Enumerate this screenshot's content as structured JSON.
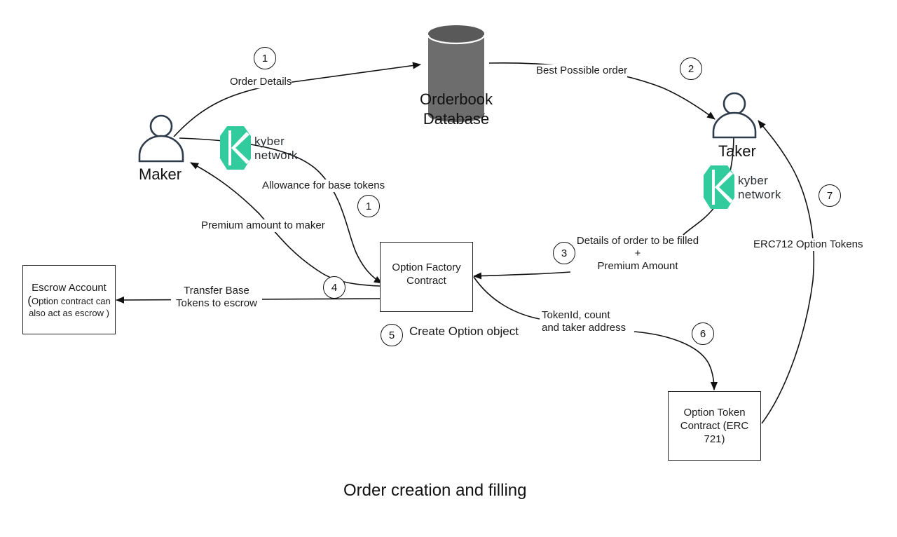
{
  "diagram": {
    "caption": "Order creation and filling",
    "colors": {
      "line": "#111111",
      "database_fill": "#6d6d6d",
      "database_top": "#585858",
      "kyber_green": "#31cb9e",
      "actor_stroke": "#2f3b4a"
    },
    "nodes": {
      "maker": {
        "label": "Maker",
        "icon": "person-icon"
      },
      "taker": {
        "label": "Taker",
        "icon": "person-icon"
      },
      "orderbook": {
        "label_line1": "Orderbook",
        "label_line2": "Database",
        "icon": "database-icon"
      },
      "option_factory": {
        "line1": "Option Factory",
        "line2": "Contract"
      },
      "escrow": {
        "title": "Escrow Account",
        "paren_open": "(",
        "note_line1": "Option contract can",
        "note_line2": "also act as escrow )"
      },
      "option_token": {
        "line1": "Option Token",
        "line2": "Contract (ERC",
        "line3": "721)"
      },
      "kyber_maker": {
        "line1": "kyber",
        "line2": "network",
        "icon": "kyber-network-logo-icon"
      },
      "kyber_taker": {
        "line1": "kyber",
        "line2": "network",
        "icon": "kyber-network-logo-icon"
      }
    },
    "edges": [
      {
        "id": "order-details",
        "step": "1",
        "from": "maker",
        "to": "orderbook",
        "label": "Order Details"
      },
      {
        "id": "best-order",
        "step": "2",
        "from": "orderbook",
        "to": "taker",
        "label": "Best Possible order"
      },
      {
        "id": "allowance",
        "step": "1",
        "from": "maker",
        "to": "option_factory",
        "label": "Allowance for base tokens"
      },
      {
        "id": "premium-to-maker",
        "step": "4",
        "from": "option_factory",
        "to": "maker",
        "label": "Premium amount to maker"
      },
      {
        "id": "fill-details",
        "step": "3",
        "from": "taker",
        "to": "option_factory",
        "label_line1": "Details of order to be filled",
        "label_line2": "+",
        "label_line3": "Premium Amount"
      },
      {
        "id": "transfer-base",
        "step": "4",
        "from": "option_factory",
        "to": "escrow",
        "label_line1": "Transfer Base",
        "label_line2": "Tokens to escrow"
      },
      {
        "id": "create-option",
        "step": "5",
        "label": "Create Option object"
      },
      {
        "id": "tokenid",
        "step": "6",
        "from": "option_factory",
        "to": "option_token",
        "label_line1": "TokenId, count",
        "label_line2": "and taker address"
      },
      {
        "id": "erc712",
        "step": "7",
        "from": "option_token",
        "to": "taker",
        "label": "ERC712 Option Tokens"
      }
    ]
  }
}
